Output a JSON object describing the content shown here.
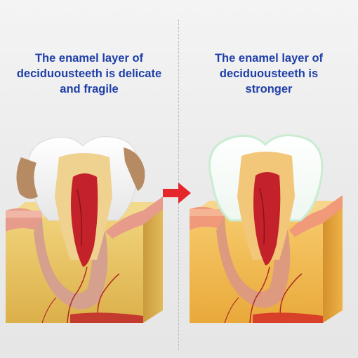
{
  "left_panel": {
    "caption_lines": [
      "The enamel layer of",
      "deciduousteeth is delicate",
      "and fragile"
    ]
  },
  "right_panel": {
    "caption_lines": [
      "The enamel layer of",
      "deciduousteeth is",
      "stronger"
    ]
  },
  "colors": {
    "caption_text": "#1f3fa8",
    "arrow": "#e5262b",
    "gum": "#e8a08f",
    "bone": "#e7c35c",
    "pulp": "#c4222a",
    "dentin": "#f1d69a",
    "enamel": "#fbfbfb",
    "decay": "#b8865f"
  },
  "icons": {
    "arrow": "right-arrow-icon",
    "tooth_left": "decayed-tooth-cross-section",
    "tooth_right": "healthy-tooth-cross-section"
  }
}
